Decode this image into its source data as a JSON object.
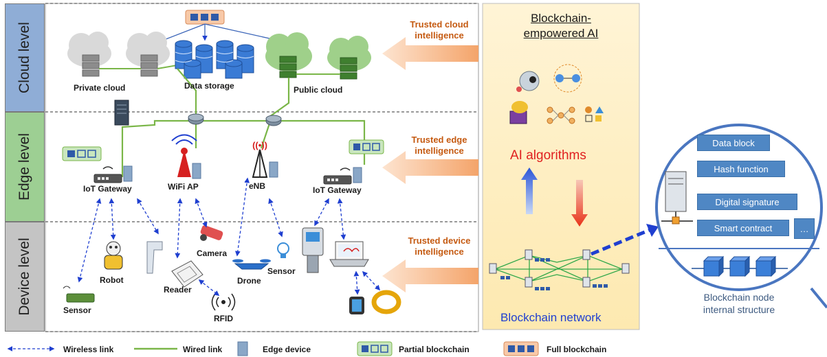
{
  "levels": {
    "cloud": "Cloud level",
    "edge": "Edge level",
    "device": "Device level"
  },
  "labels": {
    "private_cloud": "Private cloud",
    "data_storage": "Data storage",
    "public_cloud": "Public cloud",
    "iot_gateway_1": "IoT Gateway",
    "wifi_ap": "WiFi AP",
    "enb": "eNB",
    "iot_gateway_2": "IoT Gateway",
    "robot": "Robot",
    "camera": "Camera",
    "drone": "Drone",
    "sensor_mid": "Sensor",
    "reader": "Reader",
    "rfid": "RFID",
    "sensor_left": "Sensor"
  },
  "trust": {
    "cloud": "Trusted cloud intelligence",
    "edge": "Trusted edge intelligence",
    "device": "Trusted device intelligence"
  },
  "bc_panel": {
    "title_line1": "Blockchain-",
    "title_line2": "empowered AI",
    "ai_algorithms": "AI algorithms",
    "network": "Blockchain network"
  },
  "node_structure": {
    "blocks": [
      "Data block",
      "Hash function",
      "Digital signature",
      "Smart contract"
    ],
    "ellipsis": "…",
    "caption_line1": "Blockchain node",
    "caption_line2": "internal structure"
  },
  "legend": {
    "wireless": "Wireless link",
    "wired": "Wired link",
    "edge_device": "Edge device",
    "partial": "Partial blockchain",
    "full": "Full blockchain"
  },
  "colors": {
    "cloud_band": "#7f9fcf",
    "edge_band": "#8fc98a",
    "device_band": "#bfbfbf",
    "wired": "#7ab648",
    "wireless": "#1f3fd0",
    "trust_text": "#c55a11",
    "ai_text": "#e02020",
    "network_text": "#1f3fd0",
    "panel_bg": "#fdf3cf"
  }
}
